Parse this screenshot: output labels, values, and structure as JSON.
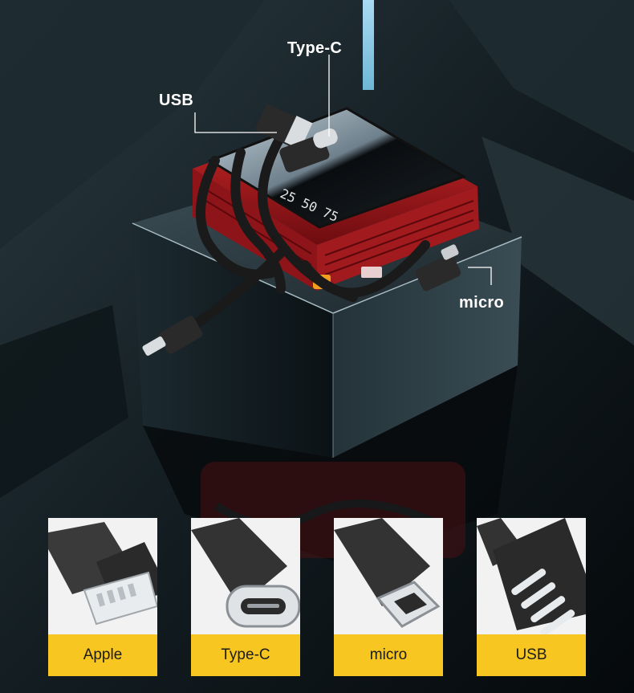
{
  "callouts": {
    "type_c": "Type-C",
    "usb": "USB",
    "micro": "micro"
  },
  "display_readout": "25 50 75",
  "cards": [
    {
      "label": "Apple",
      "icon": "lightning-connector-icon"
    },
    {
      "label": "Type-C",
      "icon": "usb-c-connector-icon"
    },
    {
      "label": "micro",
      "icon": "micro-usb-connector-icon"
    },
    {
      "label": "USB",
      "icon": "usb-a-connector-icon"
    }
  ],
  "colors": {
    "background": "#0c1418",
    "power_bank_red": "#b01a1e",
    "label_bar_yellow": "#f7c620",
    "callout_text": "#ffffff"
  }
}
